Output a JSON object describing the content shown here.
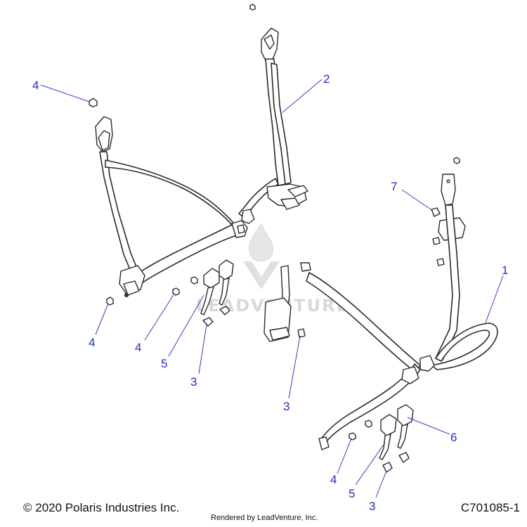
{
  "diagram": {
    "callouts": [
      {
        "id": "c-4-top",
        "label": "4"
      },
      {
        "id": "c-2",
        "label": "2"
      },
      {
        "id": "c-7",
        "label": "7"
      },
      {
        "id": "c-1",
        "label": "1"
      },
      {
        "id": "c-4-left",
        "label": "4"
      },
      {
        "id": "c-4-mid",
        "label": "4"
      },
      {
        "id": "c-5-left",
        "label": "5"
      },
      {
        "id": "c-3-left",
        "label": "3"
      },
      {
        "id": "c-3-mid",
        "label": "3"
      },
      {
        "id": "c-6",
        "label": "6"
      },
      {
        "id": "c-4-right",
        "label": "4"
      },
      {
        "id": "c-5-right",
        "label": "5"
      },
      {
        "id": "c-3-right",
        "label": "3"
      }
    ],
    "watermark": "LEADVENTURE",
    "colors": {
      "callout": "#1f2fbf",
      "line": "#2a2a2a",
      "watermark": "#d9d9d9"
    }
  },
  "footer": {
    "copyright": "© 2020 Polaris Industries Inc.",
    "rendered_by": "Rendered by LeadVenture, Inc.",
    "drawing_id": "C701085-1"
  }
}
